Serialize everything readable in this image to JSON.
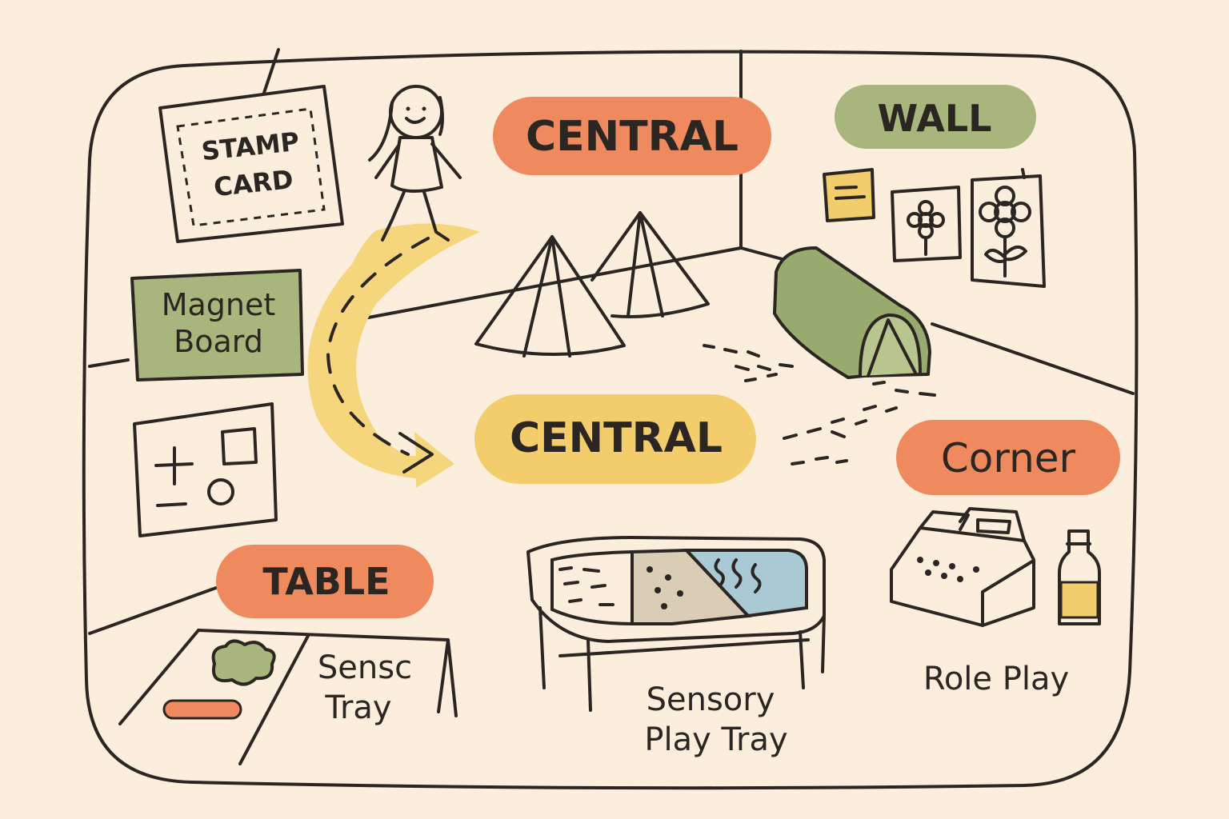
{
  "colors": {
    "background": "#fbeedd",
    "ink": "#2b2622",
    "orange": "#ee8a5e",
    "green": "#a8b57c",
    "green_dark": "#98ab6e",
    "yellow": "#f3cd6b",
    "path_yellow": "#f5d67c",
    "blue": "#a9c9d4",
    "sand": "#dacdb6"
  },
  "zones": {
    "central_top": "CENTRAL",
    "wall": "WALL",
    "central_middle": "CENTRAL",
    "corner": "Corner",
    "table": "TABLE"
  },
  "items": {
    "stamp_card": [
      "STAMP",
      "CARD"
    ],
    "magnet_board": [
      "Magnet",
      "Board"
    ],
    "sensc_tray": [
      "Sensc",
      "Tray"
    ],
    "sensory_play_tray": [
      "Sensory",
      "Play Tray"
    ],
    "role_play": "Role Play"
  },
  "icons": [
    "child-figure-icon",
    "tent-icon",
    "tunnel-icon",
    "footprints-icon",
    "flower-picture-icon",
    "sticky-note-icon",
    "shapes-board-icon",
    "cash-register-icon",
    "bottle-icon",
    "path-arrow-icon",
    "cloud-mat-icon"
  ]
}
